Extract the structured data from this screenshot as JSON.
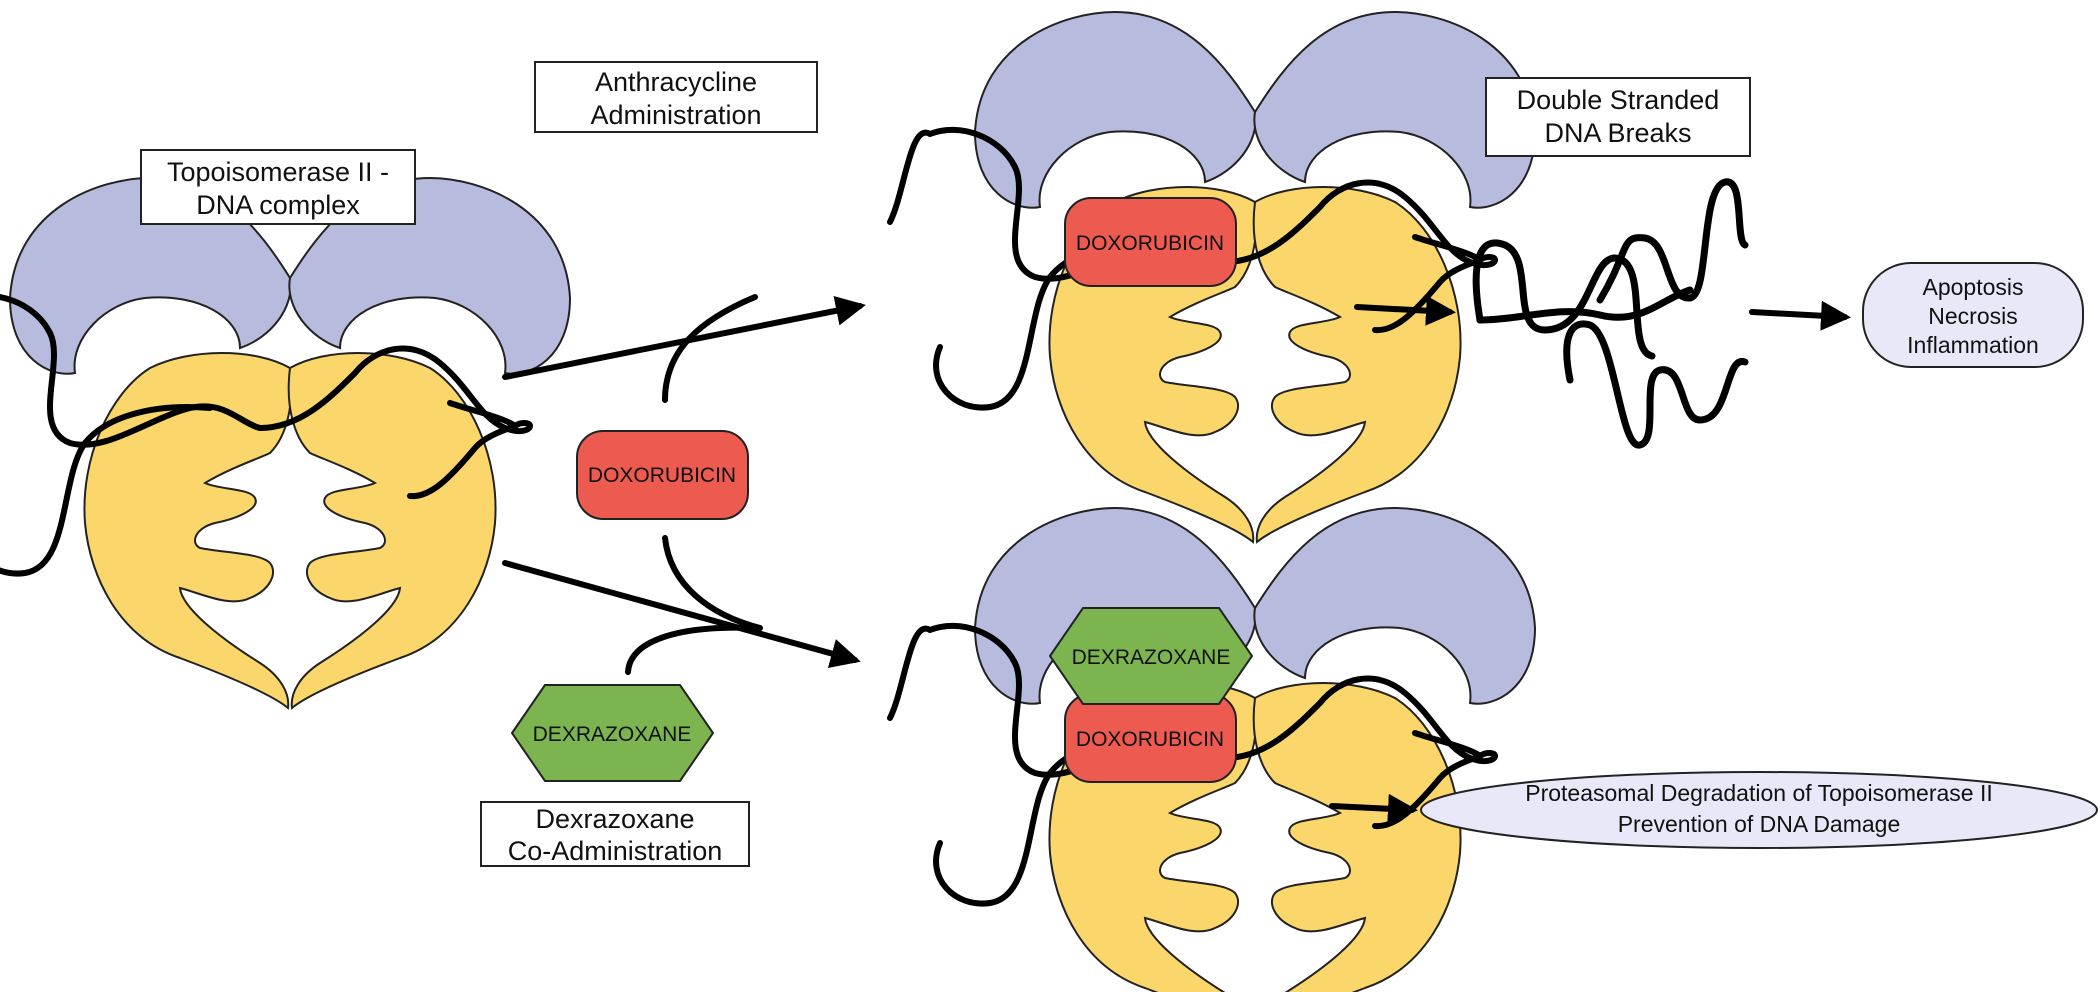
{
  "colors": {
    "upper_lobe": "#b7bbde",
    "lower_body": "#fad66b",
    "doxorubicin": "#ec5a50",
    "dexrazoxane": "#7cb54f",
    "outcome_fill": "#e9e8f9",
    "dna": "#000000",
    "outline": "#222222"
  },
  "labels": {
    "complex": [
      "Topoisomerase II -",
      "DNA complex"
    ],
    "anthracycline": [
      "Anthracycline",
      "Administration"
    ],
    "dexrazoxane_coadmin": [
      "Dexrazoxane",
      "Co-Administration"
    ],
    "breaks": [
      "Double Stranded",
      "DNA Breaks"
    ]
  },
  "drugs": {
    "doxorubicin": "DOXORUBICIN",
    "dexrazoxane": "DEXRAZOXANE"
  },
  "outcomes": {
    "cell_death": [
      "Apoptosis",
      "Necrosis",
      "Inflammation"
    ],
    "protection": [
      "Proteasomal Degradation of Topoisomerase II",
      "Prevention of DNA Damage"
    ]
  }
}
